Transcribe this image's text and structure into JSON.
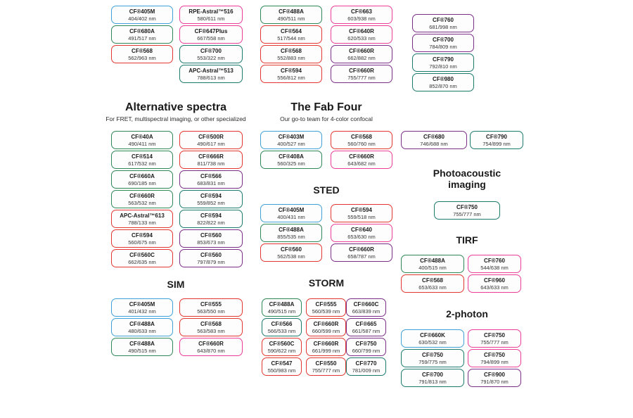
{
  "palette": {
    "blue": "#3FA0DA",
    "green": "#2E8757",
    "teal": "#1C7A6D",
    "red": "#E23730",
    "pink": "#EA3D96",
    "purple": "#7B2E87"
  },
  "sections": {
    "alternative": {
      "title": "Alternative spectra",
      "subtitle": "For FRET, multispectral imaging, or other specialized"
    },
    "fab_four": {
      "title": "The Fab Four",
      "subtitle": "Our go-to team for 4-color confocal"
    },
    "sted": {
      "title": "STED"
    },
    "photoacoustic": {
      "title_line1": "Photoacoustic",
      "title_line2": "imaging"
    },
    "tirf": {
      "title": "TIRF"
    },
    "sim": {
      "title": "SIM"
    },
    "storm": {
      "title": "STORM"
    },
    "two_photon": {
      "title": "2-photon"
    }
  },
  "chart_data": {
    "type": "table",
    "title": "Fluorescent dye selection chart (dye name with excitation/emission in nm, grouped by imaging application)",
    "groups": [
      {
        "id": "top_left_c1",
        "dyes": [
          {
            "name": "CF®405M",
            "ex_em": "404/402 nm",
            "color": "blue"
          },
          {
            "name": "CF®680A",
            "ex_em": "491/517 nm",
            "color": "green"
          },
          {
            "name": "CF®568",
            "ex_em": "562/963 nm",
            "color": "red"
          }
        ]
      },
      {
        "id": "top_left_c2",
        "dyes": [
          {
            "name": "RPE-Astral™516",
            "ex_em": "580/611 nm",
            "color": "pink"
          },
          {
            "name": "CF®647Plus",
            "ex_em": "667/558 nm",
            "color": "pink"
          },
          {
            "name": "CF®700",
            "ex_em": "553/322 nm",
            "color": "teal"
          },
          {
            "name": "APC-Astral™513",
            "ex_em": "788/613 nm",
            "color": "teal"
          }
        ]
      },
      {
        "id": "top_mid_c1",
        "dyes": [
          {
            "name": "CF®488A",
            "ex_em": "490/511 nm",
            "color": "green"
          },
          {
            "name": "CF®564",
            "ex_em": "517/544 nm",
            "color": "red"
          },
          {
            "name": "CF®568",
            "ex_em": "552/883 nm",
            "color": "red"
          },
          {
            "name": "CF®594",
            "ex_em": "556/812 nm",
            "color": "red"
          }
        ]
      },
      {
        "id": "top_mid_c2",
        "dyes": [
          {
            "name": "CF®663",
            "ex_em": "603/938 nm",
            "color": "pink"
          },
          {
            "name": "CF®640R",
            "ex_em": "620/533 nm",
            "color": "pink"
          },
          {
            "name": "CF®660R",
            "ex_em": "662/882 nm",
            "color": "purple"
          },
          {
            "name": "CF®660R",
            "ex_em": "755/777 nm",
            "color": "purple"
          }
        ]
      },
      {
        "id": "top_right",
        "dyes": [
          {
            "name": "CF®760",
            "ex_em": "681/998 nm",
            "color": "purple"
          },
          {
            "name": "CF®700",
            "ex_em": "784/809 nm",
            "color": "purple"
          },
          {
            "name": "CF®790",
            "ex_em": "792/810 nm",
            "color": "teal"
          },
          {
            "name": "CF®980",
            "ex_em": "852/870 nm",
            "color": "teal"
          }
        ]
      },
      {
        "id": "alternative",
        "dyes": [
          {
            "name": "CF®40A",
            "ex_em": "490/411 nm",
            "color": "green"
          },
          {
            "name": "CF®514",
            "ex_em": "617/532 nm",
            "color": "green"
          },
          {
            "name": "CF®660A",
            "ex_em": "690/185 nm",
            "color": "green"
          },
          {
            "name": "CF®660R",
            "ex_em": "563/532 nm",
            "color": "green"
          },
          {
            "name": "APC-Astral™613",
            "ex_em": "788/133 nm",
            "color": "red"
          },
          {
            "name": "CF®594",
            "ex_em": "560/675 nm",
            "color": "red"
          },
          {
            "name": "CF®560C",
            "ex_em": "662/635 nm",
            "color": "red"
          },
          {
            "name": "CF®500R",
            "ex_em": "490/617 nm",
            "color": "red"
          },
          {
            "name": "CF®666R",
            "ex_em": "811/738 nm",
            "color": "red"
          },
          {
            "name": "CF®566",
            "ex_em": "683/831 nm",
            "color": "purple"
          },
          {
            "name": "CF®594",
            "ex_em": "559/852 nm",
            "color": "teal"
          },
          {
            "name": "CF®594",
            "ex_em": "822/822 nm",
            "color": "teal"
          },
          {
            "name": "CF®560",
            "ex_em": "853/673 nm",
            "color": "purple"
          },
          {
            "name": "CF®560",
            "ex_em": "797/879 nm",
            "color": "purple"
          }
        ]
      },
      {
        "id": "fab_four",
        "dyes": [
          {
            "name": "CF®403M",
            "ex_em": "400/527 nm",
            "color": "blue"
          },
          {
            "name": "CF®408A",
            "ex_em": "560/325 nm",
            "color": "green"
          },
          {
            "name": "CF®568",
            "ex_em": "560/760 nm",
            "color": "red"
          },
          {
            "name": "CF®660R",
            "ex_em": "643/682 nm",
            "color": "pink"
          }
        ]
      },
      {
        "id": "sted",
        "dyes": [
          {
            "name": "CF®405M",
            "ex_em": "400/431 nm",
            "color": "blue"
          },
          {
            "name": "CF®488A",
            "ex_em": "855/535 nm",
            "color": "green"
          },
          {
            "name": "CF®560",
            "ex_em": "562/538 nm",
            "color": "red"
          },
          {
            "name": "CF®594",
            "ex_em": "559/518 nm",
            "color": "red"
          },
          {
            "name": "CF®640",
            "ex_em": "653/630 nm",
            "color": "pink"
          },
          {
            "name": "CF®660R",
            "ex_em": "658/787 nm",
            "color": "purple"
          }
        ]
      },
      {
        "id": "infrared_pair",
        "dyes": [
          {
            "name": "CF®680",
            "ex_em": "746/688 nm",
            "color": "purple"
          },
          {
            "name": "CF®790",
            "ex_em": "754/899 nm",
            "color": "teal"
          }
        ]
      },
      {
        "id": "photoacoustic",
        "dyes": [
          {
            "name": "CF®750",
            "ex_em": "755/777 nm",
            "color": "teal"
          }
        ]
      },
      {
        "id": "tirf",
        "dyes": [
          {
            "name": "CF®488A",
            "ex_em": "400/515 nm",
            "color": "green"
          },
          {
            "name": "CF®568",
            "ex_em": "653/633 nm",
            "color": "red"
          },
          {
            "name": "CF®760",
            "ex_em": "544/638 nm",
            "color": "pink"
          },
          {
            "name": "CF®960",
            "ex_em": "643/633 nm",
            "color": "pink"
          }
        ]
      },
      {
        "id": "sim",
        "dyes": [
          {
            "name": "CF®405M",
            "ex_em": "401/432 nm",
            "color": "blue"
          },
          {
            "name": "CF®488A",
            "ex_em": "480/633 nm",
            "color": "blue"
          },
          {
            "name": "CF®488A",
            "ex_em": "490/515 nm",
            "color": "green"
          },
          {
            "name": "CF®555",
            "ex_em": "563/550 nm",
            "color": "red"
          },
          {
            "name": "CF®568",
            "ex_em": "563/583 nm",
            "color": "red"
          },
          {
            "name": "CF®660R",
            "ex_em": "643/870 nm",
            "color": "pink"
          }
        ]
      },
      {
        "id": "storm",
        "dyes": [
          {
            "name": "CF®488A",
            "ex_em": "490/515 nm",
            "color": "green"
          },
          {
            "name": "CF®566",
            "ex_em": "566/533 nm",
            "color": "teal"
          },
          {
            "name": "CF®560C",
            "ex_em": "590/622 nm",
            "color": "red"
          },
          {
            "name": "CF®547",
            "ex_em": "550/983 nm",
            "color": "red"
          },
          {
            "name": "CF®555",
            "ex_em": "560/539 nm",
            "color": "red"
          },
          {
            "name": "CF®660R",
            "ex_em": "660/599 nm",
            "color": "red"
          },
          {
            "name": "CF®660R",
            "ex_em": "661/999 nm",
            "color": "red"
          },
          {
            "name": "CF®550",
            "ex_em": "755/777 nm",
            "color": "red"
          },
          {
            "name": "CF®660C",
            "ex_em": "663/839 nm",
            "color": "purple"
          },
          {
            "name": "CF®665",
            "ex_em": "661/587 nm",
            "color": "purple"
          },
          {
            "name": "CF®750",
            "ex_em": "660/799 nm",
            "color": "purple"
          },
          {
            "name": "CF®770",
            "ex_em": "781/009 nm",
            "color": "teal"
          }
        ]
      },
      {
        "id": "two_photon",
        "dyes": [
          {
            "name": "CF®660K",
            "ex_em": "630/532 nm",
            "color": "blue"
          },
          {
            "name": "CF®750",
            "ex_em": "759/775 nm",
            "color": "teal"
          },
          {
            "name": "CF®700",
            "ex_em": "791/813 nm",
            "color": "teal"
          },
          {
            "name": "CF®750",
            "ex_em": "755/777 nm",
            "color": "pink"
          },
          {
            "name": "CF®750",
            "ex_em": "794/899 nm",
            "color": "pink"
          },
          {
            "name": "CF®900",
            "ex_em": "791/870 nm",
            "color": "purple"
          }
        ]
      }
    ]
  }
}
